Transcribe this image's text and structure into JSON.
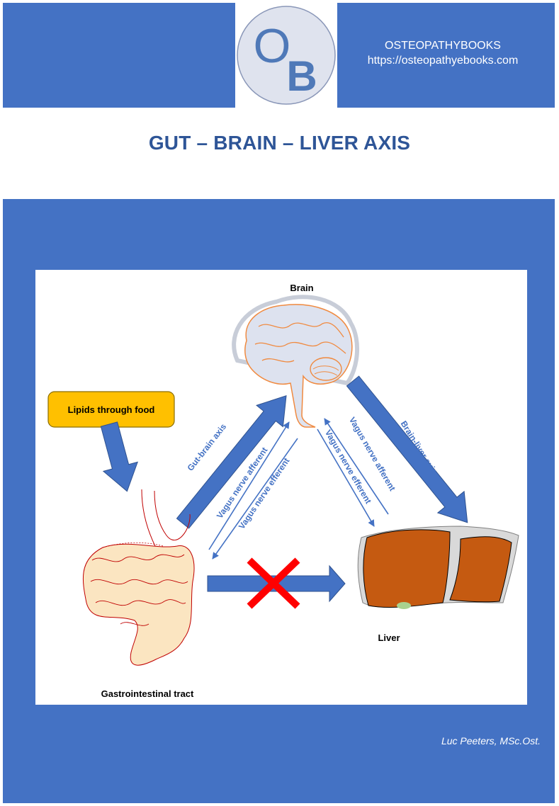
{
  "header": {
    "logo_text": "OB",
    "brand_name": "OSTEOPATHYBOOKS",
    "brand_url": "https://osteopathyebooks.com"
  },
  "title": "GUT – BRAIN – LIVER AXIS",
  "diagram": {
    "brain_label": "Brain",
    "liver_label": "Liver",
    "gi_label": "Gastrointestinal tract",
    "lipids_label": "Lipids through food",
    "gut_brain_axis": "Gut-brain axis",
    "brain_liver_axis": "Brain-liver axis",
    "vagus_afferent_left": "Vagus nerve afferent",
    "vagus_efferent_left": "Vagus nerve efferent",
    "vagus_afferent_right": "Vagus nerve afferent",
    "vagus_efferent_right": "Vagus nerve efferent"
  },
  "footer": {
    "author": "Luc Peeters, MSc.Ost."
  },
  "colors": {
    "brand_blue": "#4472c4",
    "title_blue": "#2e5597",
    "arrow_blue": "#4472c4",
    "lipids_box": "#ffc000",
    "liver": "#c55a11",
    "gut": "#fbe5c1",
    "cross": "#ff0000"
  }
}
